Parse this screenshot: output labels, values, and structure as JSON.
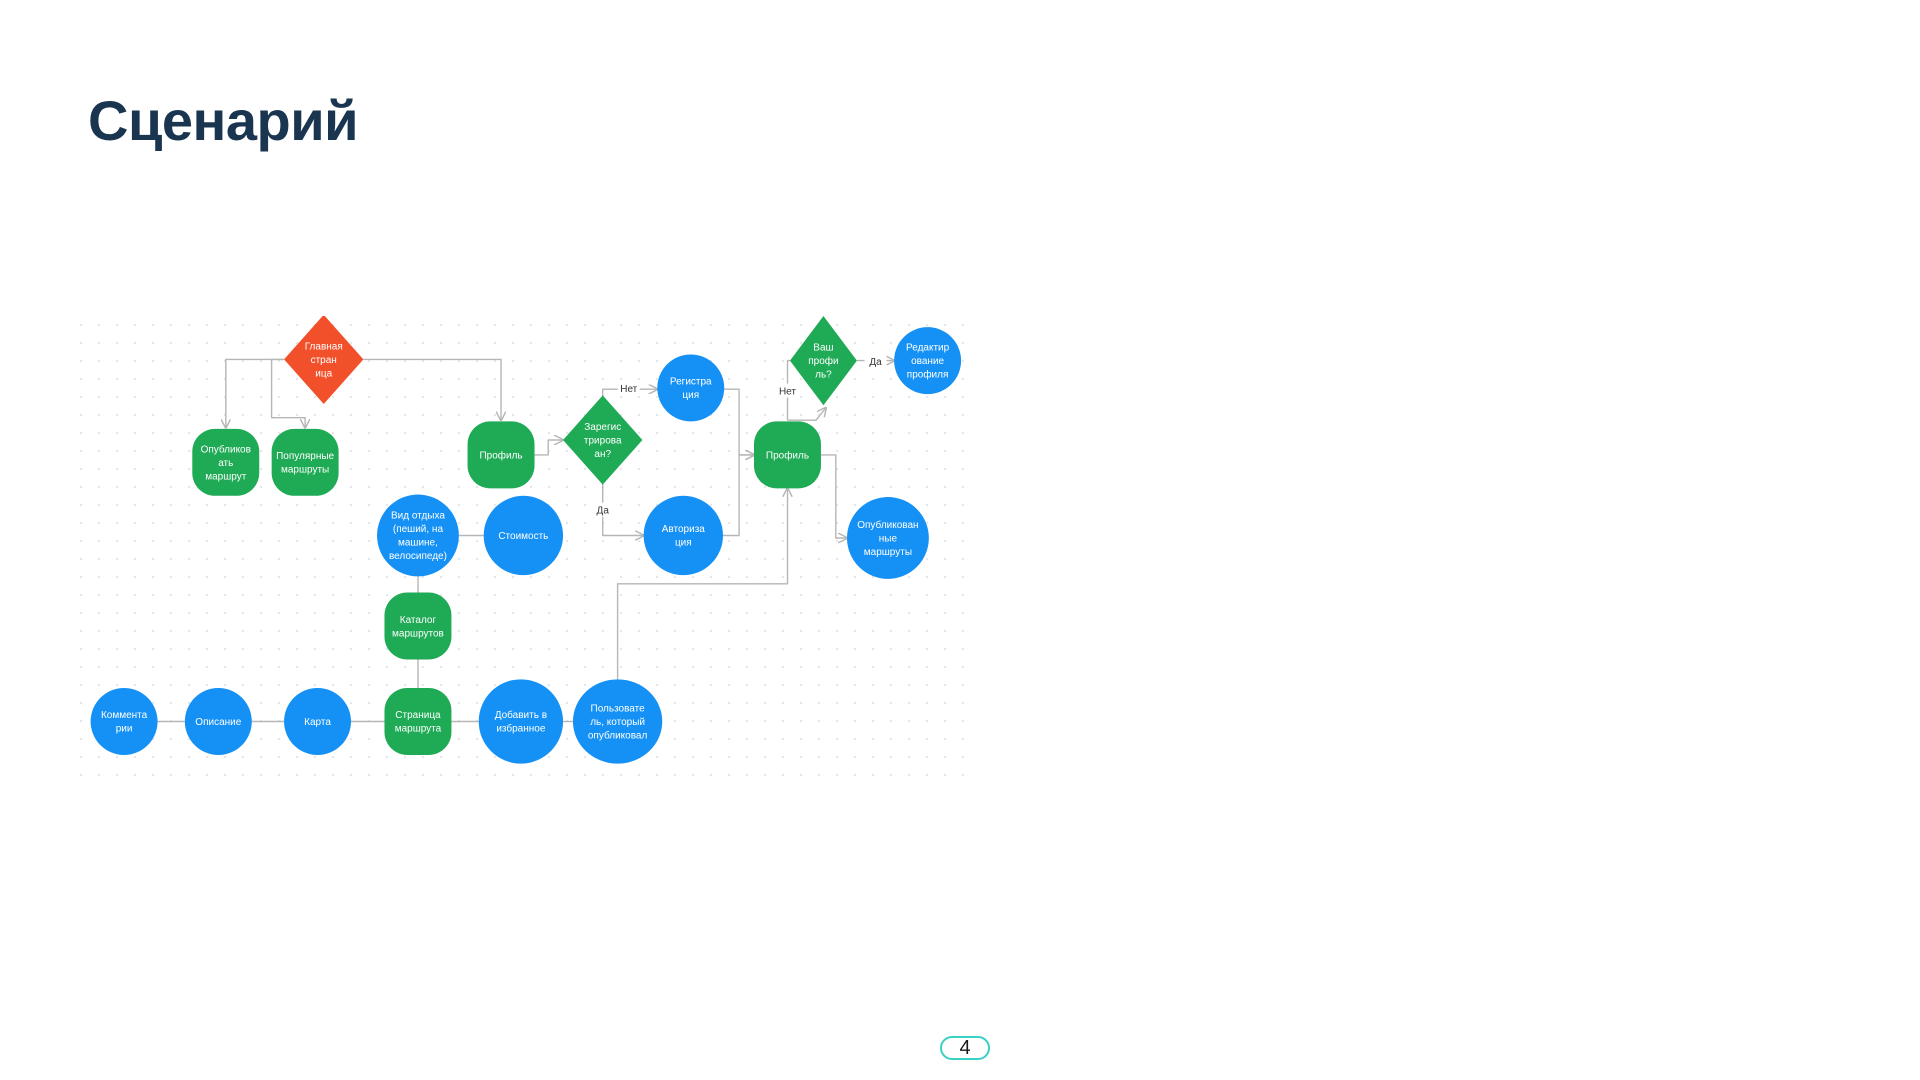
{
  "title": "Сценарий",
  "page_number": "4",
  "colors": {
    "title": "#1a3550",
    "green": "#1faa55",
    "blue": "#1591f5",
    "red": "#f2502a",
    "edge": "#b6b6b6",
    "page_badge_border": "#39d0c5"
  },
  "nodes": [
    {
      "id": "home",
      "shape": "diamond",
      "color": "red",
      "lines": [
        "Главная",
        "стран",
        "ица"
      ]
    },
    {
      "id": "publish",
      "shape": "rounded",
      "color": "green",
      "lines": [
        "Опубликов",
        "ать",
        "маршрут"
      ]
    },
    {
      "id": "popular",
      "shape": "rounded",
      "color": "green",
      "lines": [
        "Популярные",
        "маршруты"
      ]
    },
    {
      "id": "profile1",
      "shape": "rounded",
      "color": "green",
      "lines": [
        "Профиль"
      ]
    },
    {
      "id": "registered",
      "shape": "diamond",
      "color": "green",
      "lines": [
        "Зарегис",
        "трирова",
        "ан?"
      ]
    },
    {
      "id": "registration",
      "shape": "circle",
      "color": "blue",
      "lines": [
        "Регистра",
        "ция"
      ]
    },
    {
      "id": "auth",
      "shape": "circle",
      "color": "blue",
      "lines": [
        "Авториза",
        "ция"
      ]
    },
    {
      "id": "profile2",
      "shape": "rounded",
      "color": "green",
      "lines": [
        "Профиль"
      ]
    },
    {
      "id": "your_profile",
      "shape": "diamond",
      "color": "green",
      "lines": [
        "Ваш",
        "профи",
        "ль?"
      ]
    },
    {
      "id": "edit_profile",
      "shape": "circle",
      "color": "blue",
      "lines": [
        "Редактир",
        "ование",
        "профиля"
      ]
    },
    {
      "id": "published_routes",
      "shape": "circle",
      "color": "blue",
      "lines": [
        "Опубликован",
        "ные",
        "маршруты"
      ]
    },
    {
      "id": "rest_type",
      "shape": "circle",
      "color": "blue",
      "lines": [
        "Вид отдыха",
        "(пеший, на",
        "машине,",
        "велосипеде)"
      ]
    },
    {
      "id": "cost",
      "shape": "circle",
      "color": "blue",
      "lines": [
        "Стоимость"
      ]
    },
    {
      "id": "catalog",
      "shape": "rounded",
      "color": "green",
      "lines": [
        "Каталог",
        "маршрутов"
      ]
    },
    {
      "id": "route_page",
      "shape": "rounded",
      "color": "green",
      "lines": [
        "Страница",
        "маршрута"
      ]
    },
    {
      "id": "comments",
      "shape": "circle",
      "color": "blue",
      "lines": [
        "Коммента",
        "рии"
      ]
    },
    {
      "id": "description",
      "shape": "circle",
      "color": "blue",
      "lines": [
        "Описание"
      ]
    },
    {
      "id": "map",
      "shape": "circle",
      "color": "blue",
      "lines": [
        "Карта"
      ]
    },
    {
      "id": "favorites",
      "shape": "circle",
      "color": "blue",
      "lines": [
        "Добавить в",
        "избранное"
      ]
    },
    {
      "id": "author",
      "shape": "circle",
      "color": "blue",
      "lines": [
        "Пользовате",
        "ль, который",
        "опубликовал"
      ]
    }
  ],
  "edge_labels": {
    "no1": "Нет",
    "yes1": "Да",
    "no2": "Нет",
    "yes2": "Да"
  }
}
